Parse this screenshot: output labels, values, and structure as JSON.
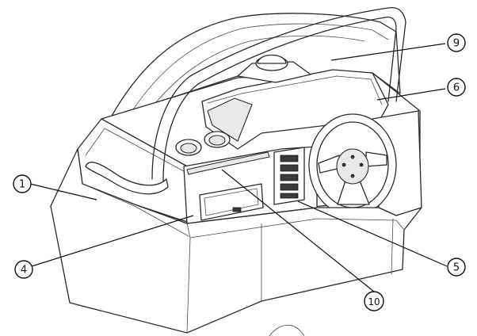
{
  "diagram": {
    "callouts": [
      {
        "id": "c1",
        "label": "1"
      },
      {
        "id": "c4",
        "label": "4"
      },
      {
        "id": "c5",
        "label": "5"
      },
      {
        "id": "c6",
        "label": "6"
      },
      {
        "id": "c9",
        "label": "9"
      },
      {
        "id": "c10",
        "label": "10"
      }
    ]
  }
}
